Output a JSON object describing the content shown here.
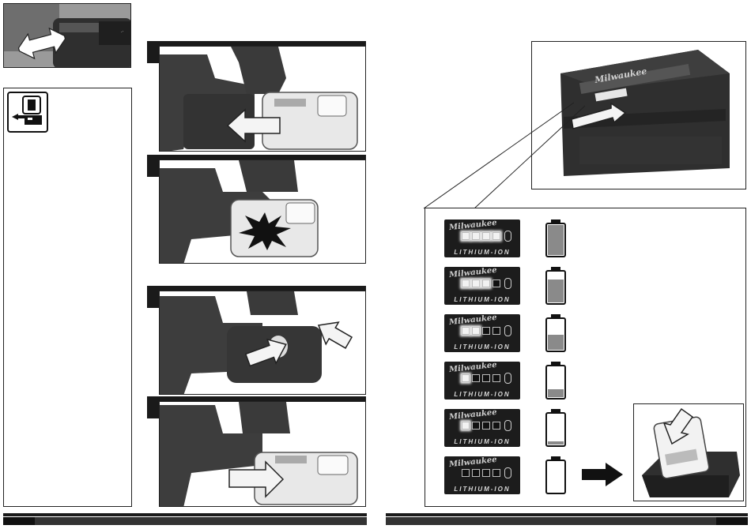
{
  "colors": {
    "frame": "#222222",
    "dark": "#1a1a1a",
    "tool_body": "#3d3d3d",
    "battery_body": "#e8e8e8",
    "fuel_fill": "#8a8a8a"
  },
  "icons": [
    "double-arrow-icon",
    "pack-insert-icon",
    "push-arrow-icon",
    "spark-icon",
    "charger-arrow-icon",
    "fuel-cell-icon"
  ],
  "fuel_gauge": {
    "rows": [
      {
        "brand": "LITHIUM-ION",
        "logo": "Milwaukee",
        "leds_on": 4,
        "level": 1.0
      },
      {
        "brand": "LITHIUM-ION",
        "logo": "Milwaukee",
        "leds_on": 3,
        "level": 0.75
      },
      {
        "brand": "LITHIUM-ION",
        "logo": "Milwaukee",
        "leds_on": 2,
        "level": 0.5
      },
      {
        "brand": "LITHIUM-ION",
        "logo": "Milwaukee",
        "leds_on": 1,
        "level": 0.25
      },
      {
        "brand": "LITHIUM-ION",
        "logo": "Milwaukee",
        "leds_on": 1,
        "level": 0.1
      },
      {
        "brand": "LITHIUM-ION",
        "logo": "Milwaukee",
        "leds_on": 0,
        "level": 0.0
      }
    ]
  },
  "battery_logo": "Milwaukee"
}
